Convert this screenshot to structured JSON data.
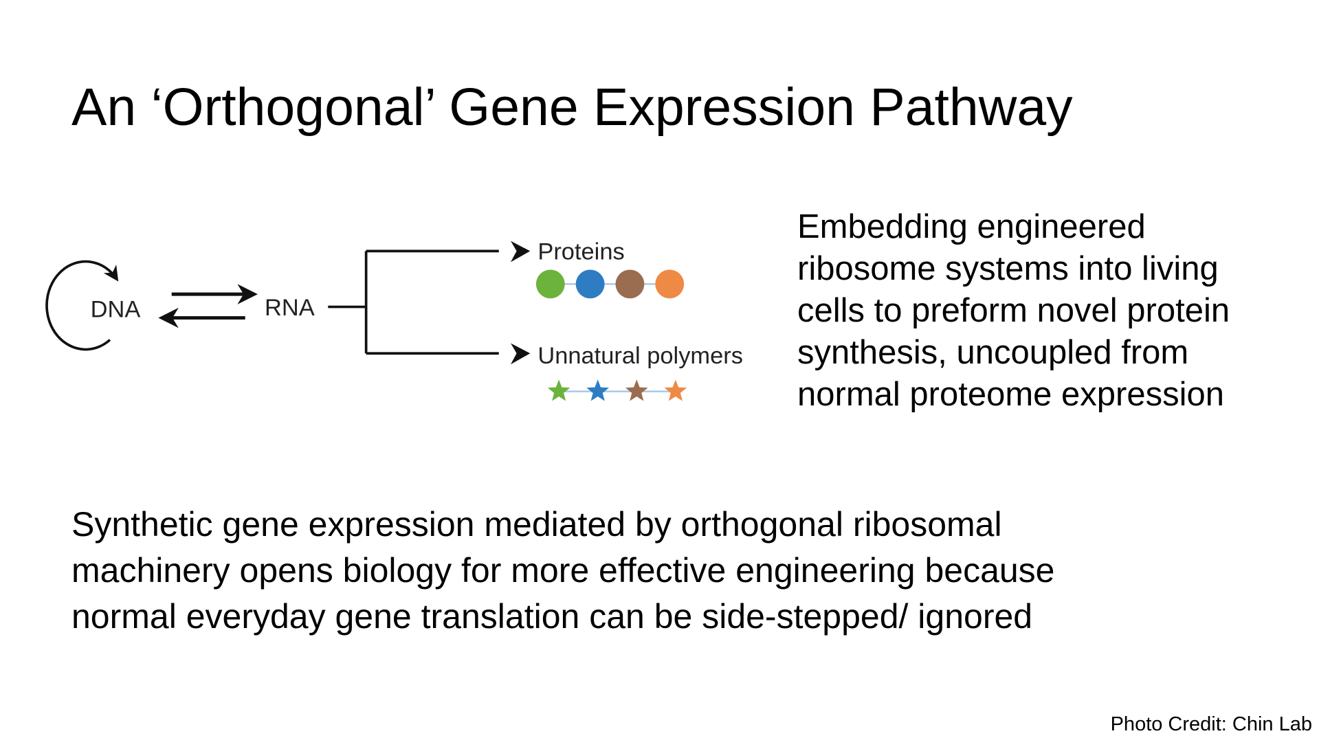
{
  "title": "An ‘Orthogonal’ Gene Expression Pathway",
  "diagram": {
    "dna_label": "DNA",
    "rna_label": "RNA",
    "proteins_label": "Proteins",
    "polymers_label": "Unnatural polymers",
    "colors": [
      "#6cb33e",
      "#2e7dc3",
      "#9a6d50",
      "#ee8a45"
    ],
    "connector_color": "#a9c8ea"
  },
  "side_text": [
    "Embedding engineered",
    "ribosome systems into living",
    "cells to preform novel protein",
    "synthesis, uncoupled from",
    "normal proteome expression"
  ],
  "bottom_text": [
    "Synthetic gene expression mediated by orthogonal ribosomal",
    "machinery opens biology for more effective engineering because",
    "normal everyday gene translation can be side-stepped/ ignored"
  ],
  "credit": "Photo Credit: Chin Lab"
}
